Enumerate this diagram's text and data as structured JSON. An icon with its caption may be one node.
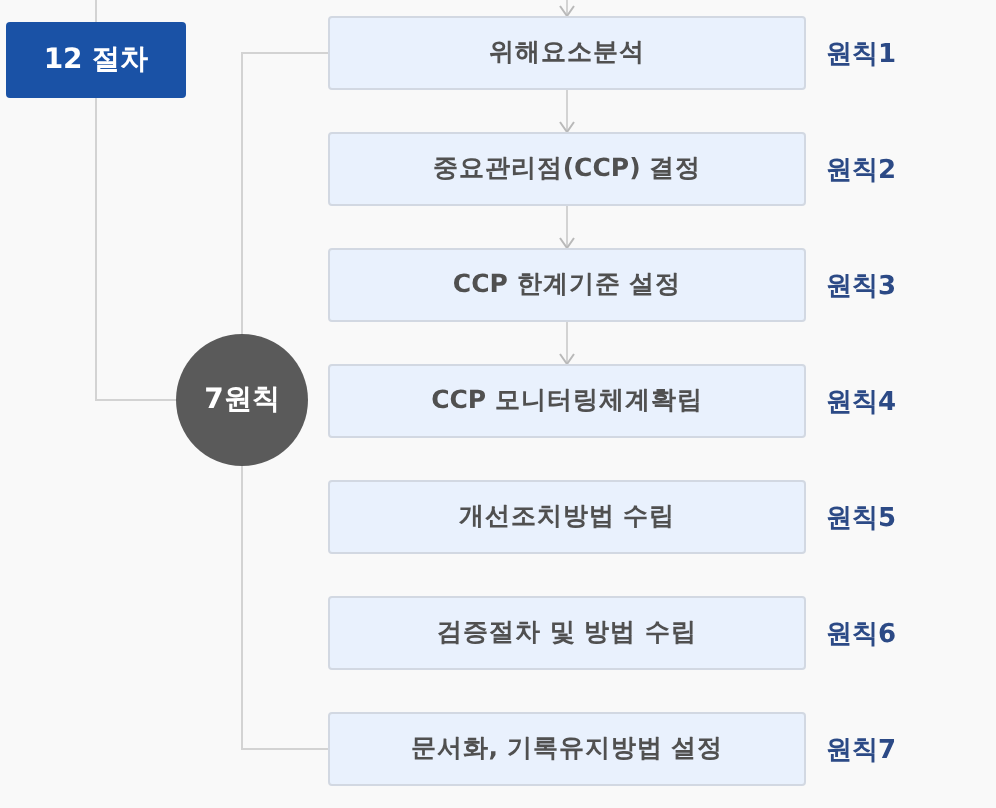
{
  "diagram": {
    "nodes": [
      {
        "text": [
          "12 절차"
        ]
      },
      {
        "text": [
          "7원칙"
        ]
      },
      {
        "text": [
          "위해요소분석"
        ],
        "beside": [
          "원칙1"
        ]
      },
      {
        "text": [
          "중요관리점(CCP) 결정"
        ],
        "beside": [
          "원칙2"
        ]
      },
      {
        "text": [
          "CCP 한계기준 설정"
        ],
        "beside": [
          "원칙3"
        ]
      },
      {
        "text": [
          "CCP 모니터링체계확립"
        ],
        "beside": [
          "원칙4"
        ]
      },
      {
        "text": [
          "개선조치방법 수립"
        ],
        "beside": [
          "원칙5"
        ]
      },
      {
        "text": [
          "검증절차 및 방법 수립"
        ],
        "beside": [
          "원칙6"
        ]
      },
      {
        "text": [
          "문서화, 기록유지방법 설정"
        ],
        "beside": [
          "원칙7"
        ]
      }
    ],
    "edges": [
      {
        "from": null,
        "to": 0,
        "arrow": "none"
      },
      {
        "from": 0,
        "to": 1,
        "arrow": "none"
      },
      {
        "from": 1,
        "to": 2,
        "arrow": "none"
      },
      {
        "from": 1,
        "to": 8,
        "arrow": "none"
      },
      {
        "from": null,
        "to": 2,
        "arrow": "to"
      },
      {
        "from": 2,
        "to": 3,
        "arrow": "to"
      },
      {
        "from": 3,
        "to": 4,
        "arrow": "to"
      },
      {
        "from": 4,
        "to": 5,
        "arrow": "to"
      }
    ]
  }
}
